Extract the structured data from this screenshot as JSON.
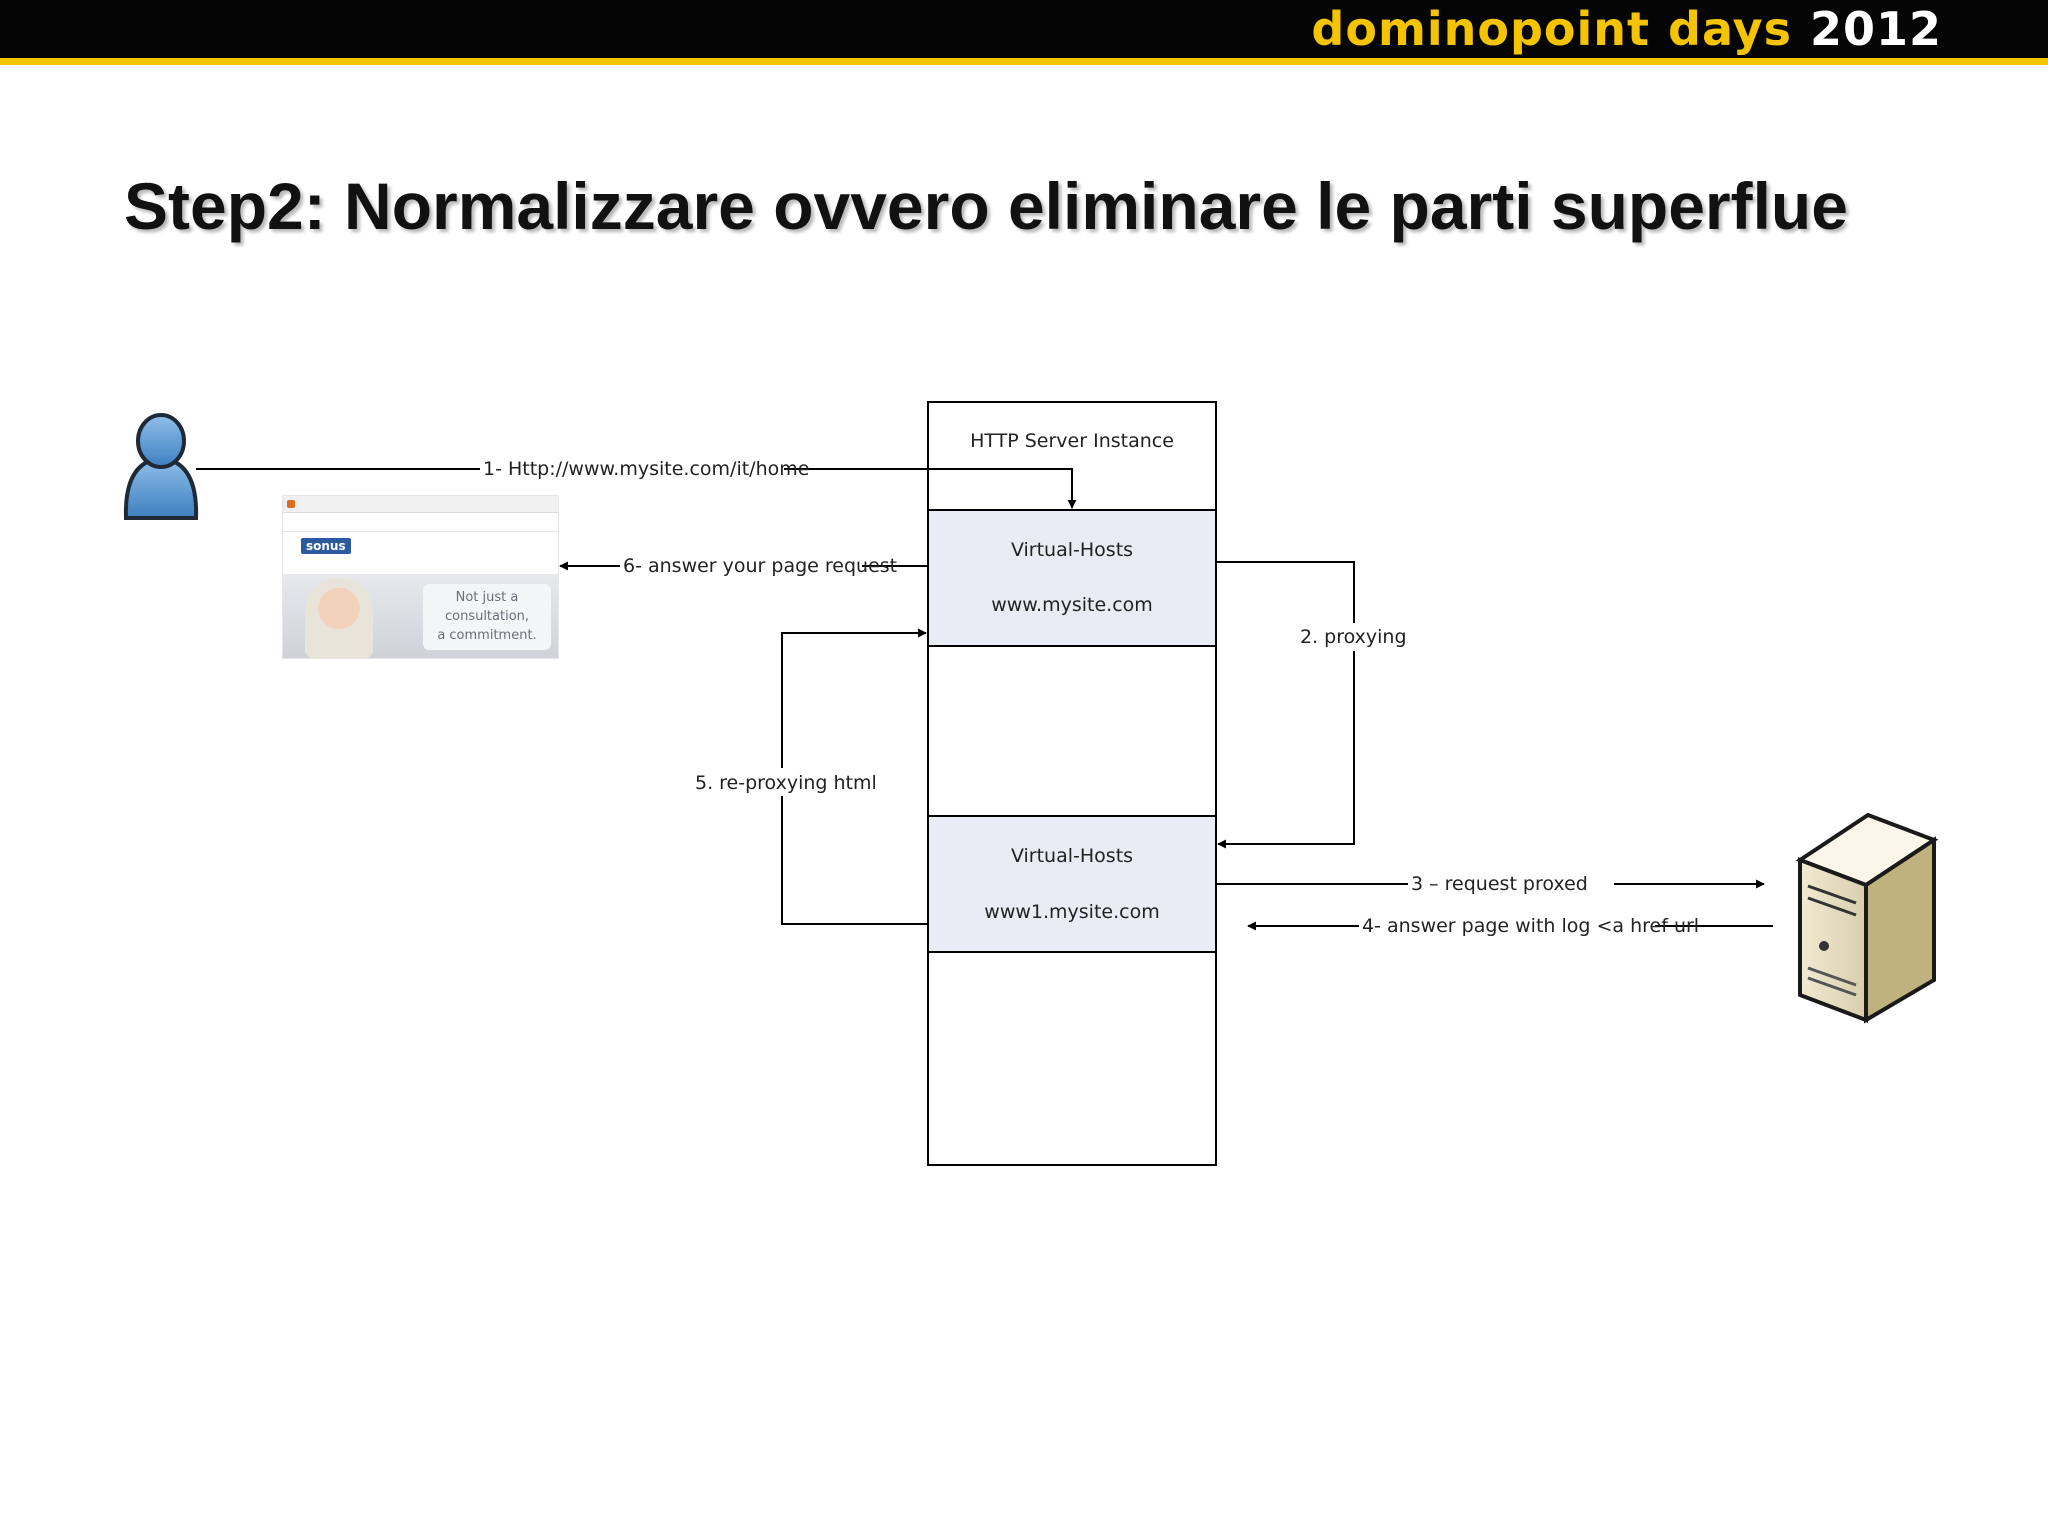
{
  "header": {
    "brand_part1": "dominopoint",
    "brand_part2": "days",
    "brand_part3": "2012"
  },
  "slide": {
    "title": "Step2: Normalizzare ovvero eliminare le parti superflue"
  },
  "diagram": {
    "server_instance_label": "HTTP Server Instance",
    "vhost1_title": "Virtual-Hosts",
    "vhost1_host": "www.mysite.com",
    "vhost2_title": "Virtual-Hosts",
    "vhost2_host": "www1.mysite.com",
    "step1": "1- Http://www.mysite.com/it/home",
    "step2": "2. proxying",
    "step3": "3 – request proxed",
    "step4": "4- answer page with log <a href url",
    "step5": "5. re-proxying html",
    "step6": "6- answer your page request"
  },
  "screenshot": {
    "logo_text": "sonus",
    "bubble_line1": "Not just a",
    "bubble_line2": "consultation,",
    "bubble_line3": "a commitment."
  },
  "icons": {
    "user": "user-icon",
    "server": "server-icon"
  },
  "colors": {
    "topbar": "#050505",
    "accent_yellow": "#f5c400",
    "vhost_fill": "#e8ecf5",
    "user_blue": "#5b9bd5"
  }
}
